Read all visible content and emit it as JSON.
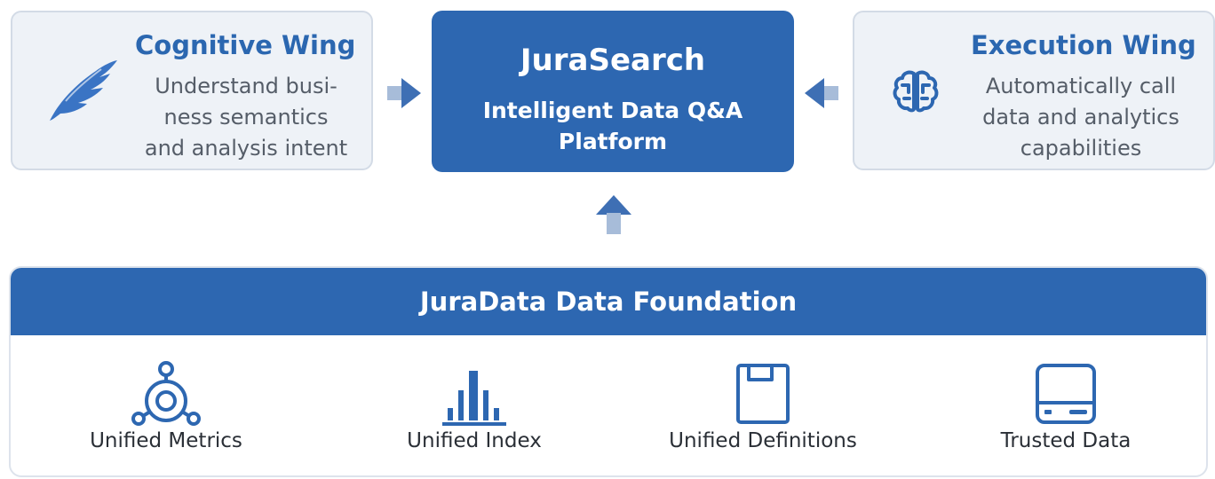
{
  "cognitive_wing": {
    "title": "Cognitive Wing",
    "description": "Understand busi-ness semantics and analysis intent",
    "icon": "wing-icon"
  },
  "core": {
    "title": "JuraSearch",
    "subtitle": "Intelligent Data Q&A Platform"
  },
  "execution_wing": {
    "title": "Execution Wing",
    "description": "Automatically call data and analytics capabilities",
    "icon": "brain-icon"
  },
  "foundation": {
    "title": "JuraData Data Foundation",
    "pillars": [
      {
        "label": "Unified Metrics",
        "icon": "metrics-hub-icon"
      },
      {
        "label": "Unified Index",
        "icon": "index-bars-icon"
      },
      {
        "label": "Unified Definitions",
        "icon": "definitions-doc-icon"
      },
      {
        "label": "Trusted Data",
        "icon": "storage-drive-icon"
      }
    ]
  },
  "colors": {
    "primary": "#2d67b1",
    "wing_background": "#eef2f7",
    "arrow": "#8aa6cf"
  }
}
